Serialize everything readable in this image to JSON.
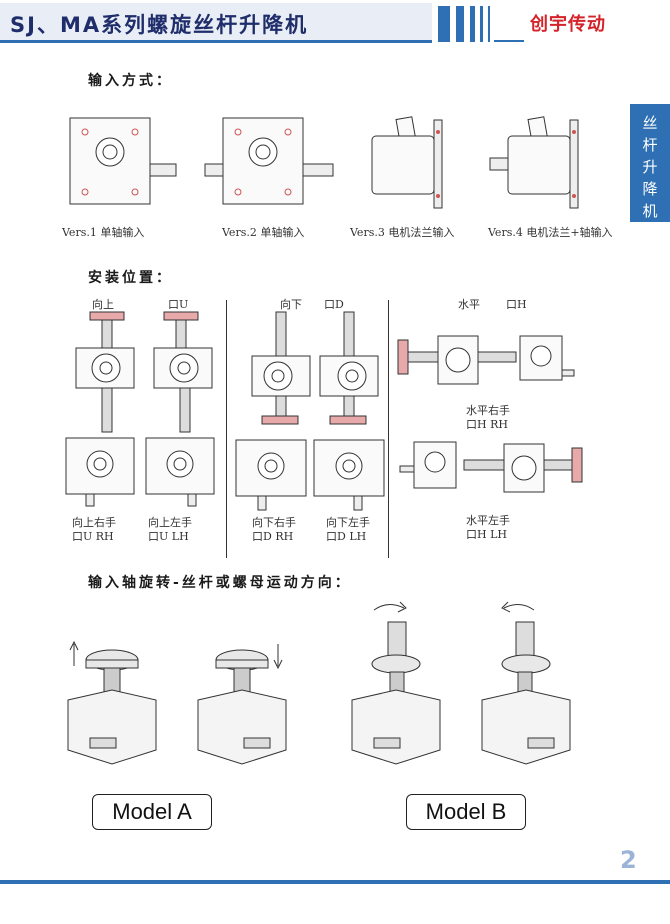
{
  "header": {
    "title": "SJ、MA系列螺旋丝杆升降机",
    "brand": "创宇传动"
  },
  "side_tab": {
    "chars": [
      "丝",
      "杆",
      "升",
      "降",
      "机"
    ]
  },
  "sections": {
    "input_method": "输入方式：",
    "mount_position": "安装位置：",
    "rotation_direction": "输入轴旋转-丝杆或螺母运动方向："
  },
  "input_versions": [
    {
      "label": "Vers.1 单轴输入"
    },
    {
      "label": "Vers.2 单轴输入"
    },
    {
      "label": "Vers.3 电机法兰输入"
    },
    {
      "label": "Vers.4 电机法兰+轴输入"
    }
  ],
  "mount": {
    "up": {
      "cn": "向上",
      "code": "口U"
    },
    "down": {
      "cn": "向下",
      "code": "口D"
    },
    "horizontal": {
      "cn": "水平",
      "code": "口H"
    },
    "up_right": {
      "line1": "向上右手",
      "line2": "口U  RH"
    },
    "up_left": {
      "line1": "向上左手",
      "line2": "口U  LH"
    },
    "down_right": {
      "line1": "向下右手",
      "line2": "口D  RH"
    },
    "down_left": {
      "line1": "向下左手",
      "line2": "口D  LH"
    },
    "horiz_right": {
      "line1": "水平右手",
      "line2": "口H  RH"
    },
    "horiz_left": {
      "line1": "水平左手",
      "line2": "口H  LH"
    }
  },
  "models": {
    "a": "Model A",
    "b": "Model B"
  },
  "page_number": "2",
  "colors": {
    "accent": "#2f6fb3",
    "brand": "#d4232a",
    "flange": "#d98c8c"
  }
}
